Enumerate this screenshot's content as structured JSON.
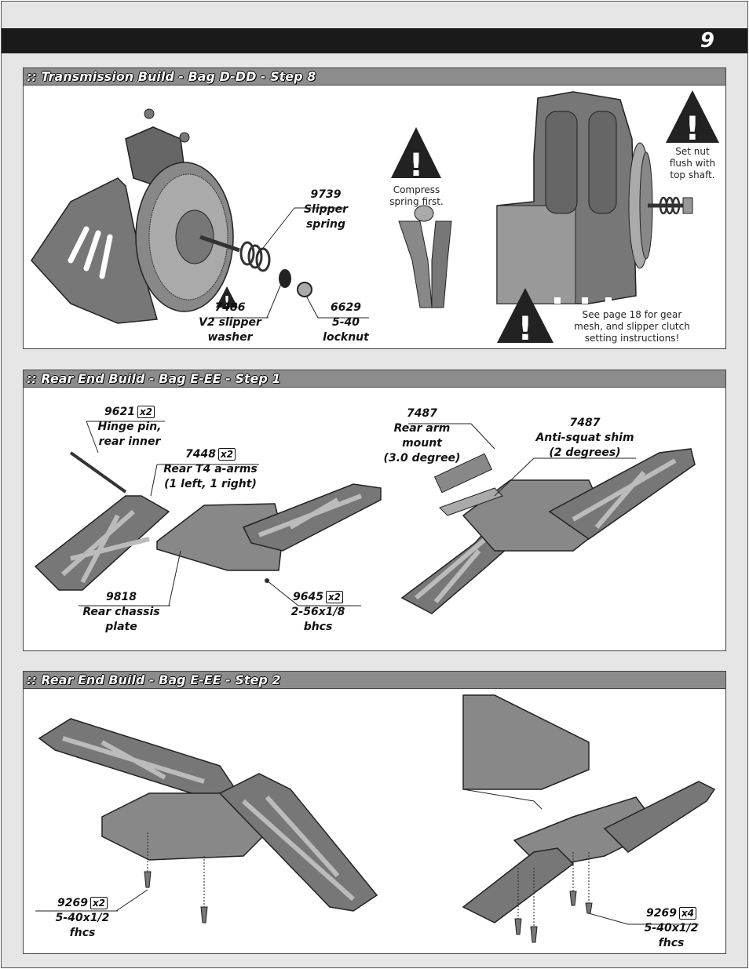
{
  "page": {
    "number": "9"
  },
  "sections": [
    {
      "title": ":: Transmission Build - Bag D-DD - Step 8",
      "parts": [
        {
          "number": "9739",
          "name_line1": "Slipper",
          "name_line2": "spring"
        },
        {
          "number": "7486",
          "name_line1": "V2 slipper",
          "name_line2": "washer"
        },
        {
          "number": "6629",
          "name_line1": "5-40",
          "name_line2": "locknut"
        }
      ],
      "notes": {
        "compress": [
          "Compress",
          "spring first."
        ],
        "set_nut": [
          "Set nut",
          "flush with",
          "top shaft."
        ],
        "see_page": [
          "See page 18 for gear",
          "mesh, and slipper clutch",
          "setting instructions!"
        ]
      }
    },
    {
      "title": ":: Rear End Build - Bag E-EE - Step 1",
      "parts": [
        {
          "number": "9621",
          "qty": "x2",
          "name_line1": "Hinge pin,",
          "name_line2": "rear inner"
        },
        {
          "number": "7448",
          "qty": "x2",
          "name_line1": "Rear T4 a-arms",
          "name_line2": "(1 left, 1 right)"
        },
        {
          "number": "9818",
          "name_line1": "Rear chassis",
          "name_line2": "plate"
        },
        {
          "number": "9645",
          "qty": "x2",
          "name_line1": "2-56x1/8",
          "name_line2": "bhcs"
        },
        {
          "number": "7487",
          "name_line1": "Rear arm",
          "name_line2": "mount",
          "name_line3": "(3.0 degree)"
        },
        {
          "number": "7487",
          "name_line1": "Anti-squat shim",
          "name_line2": "(2 degrees)"
        }
      ]
    },
    {
      "title": ":: Rear End Build - Bag E-EE - Step 2",
      "parts": [
        {
          "number": "9269",
          "qty": "x2",
          "name_line1": "5-40x1/2",
          "name_line2": "fhcs"
        },
        {
          "number": "9269",
          "qty": "x4",
          "name_line1": "5-40x1/2",
          "name_line2": "fhcs"
        }
      ]
    }
  ]
}
